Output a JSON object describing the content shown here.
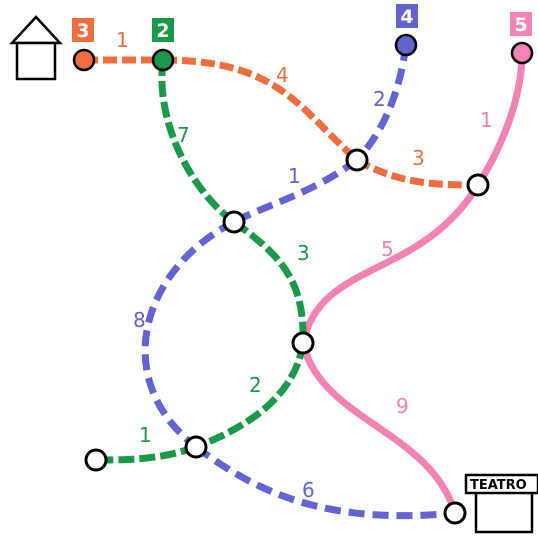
{
  "lines": [
    {
      "id": "orange",
      "color": "#f26d3d",
      "badge": "3",
      "weights": [
        "1",
        "4",
        "3"
      ]
    },
    {
      "id": "green",
      "color": "#1a9a48",
      "badge": "2",
      "weights": [
        "7",
        "3",
        "2",
        "1"
      ]
    },
    {
      "id": "blue",
      "color": "#6264d2",
      "badge": "4",
      "weights": [
        "2",
        "1",
        "8",
        "6"
      ]
    },
    {
      "id": "pink",
      "color": "#f383b4",
      "badge": "5",
      "weights": [
        "1",
        "5",
        "9"
      ]
    }
  ],
  "destination_label": "TEATRO"
}
